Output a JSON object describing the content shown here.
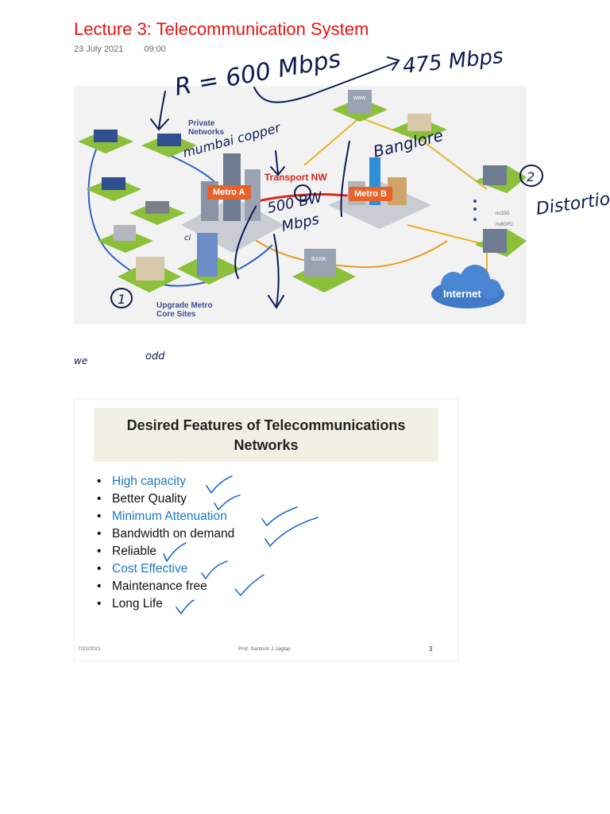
{
  "page": {
    "title": "Lecture 3: Telecommunication System",
    "date": "23 July 2021",
    "time": "09:00"
  },
  "colors": {
    "title_red": "#e8140f",
    "ink_blue": "#0d1a55",
    "check_blue": "#1f6bd0",
    "highlight_blue": "#1d78c9",
    "metro_orange": "#e8622a"
  },
  "diagram": {
    "private_networks": "Private\nNetworks",
    "metro_a": "Metro A",
    "metro_b": "Metro B",
    "transport_nw": "Transport NW",
    "upgrade_sites": "Upgrade Metro\nCore Sites",
    "internet": "Internet",
    "link_1": "nx10G",
    "link_2": "nx8GFC",
    "bank_sign": "BANK",
    "www_sign": "www"
  },
  "handwriting": {
    "rate": "R = 600 Mbps",
    "reduced_rate": "475 Mbps",
    "city_1": "mumbai copper",
    "city_2": "Banglore",
    "bw": "500 BW",
    "mbps": "Mbps",
    "distortion": "Distortion",
    "circle_1": "1",
    "circle_2": "2",
    "note_1": "we",
    "note_2": "odd",
    "note_3": "ci"
  },
  "slide": {
    "title": "Desired Features of Telecommunications Networks",
    "features": [
      {
        "text": "High capacity",
        "highlight": true
      },
      {
        "text": "Better Quality",
        "highlight": false
      },
      {
        "text": "Minimum Attenuation",
        "highlight": true
      },
      {
        "text": "Bandwidth on demand",
        "highlight": false
      },
      {
        "text": "Reliable",
        "highlight": false
      },
      {
        "text": "Cost Effective",
        "highlight": true
      },
      {
        "text": "Maintenance free",
        "highlight": false
      },
      {
        "text": "Long Life",
        "highlight": false
      }
    ],
    "footer_date": "7/22/2021",
    "footer_author": "Prof. Santosh J Jagtap",
    "page_number": "3"
  }
}
